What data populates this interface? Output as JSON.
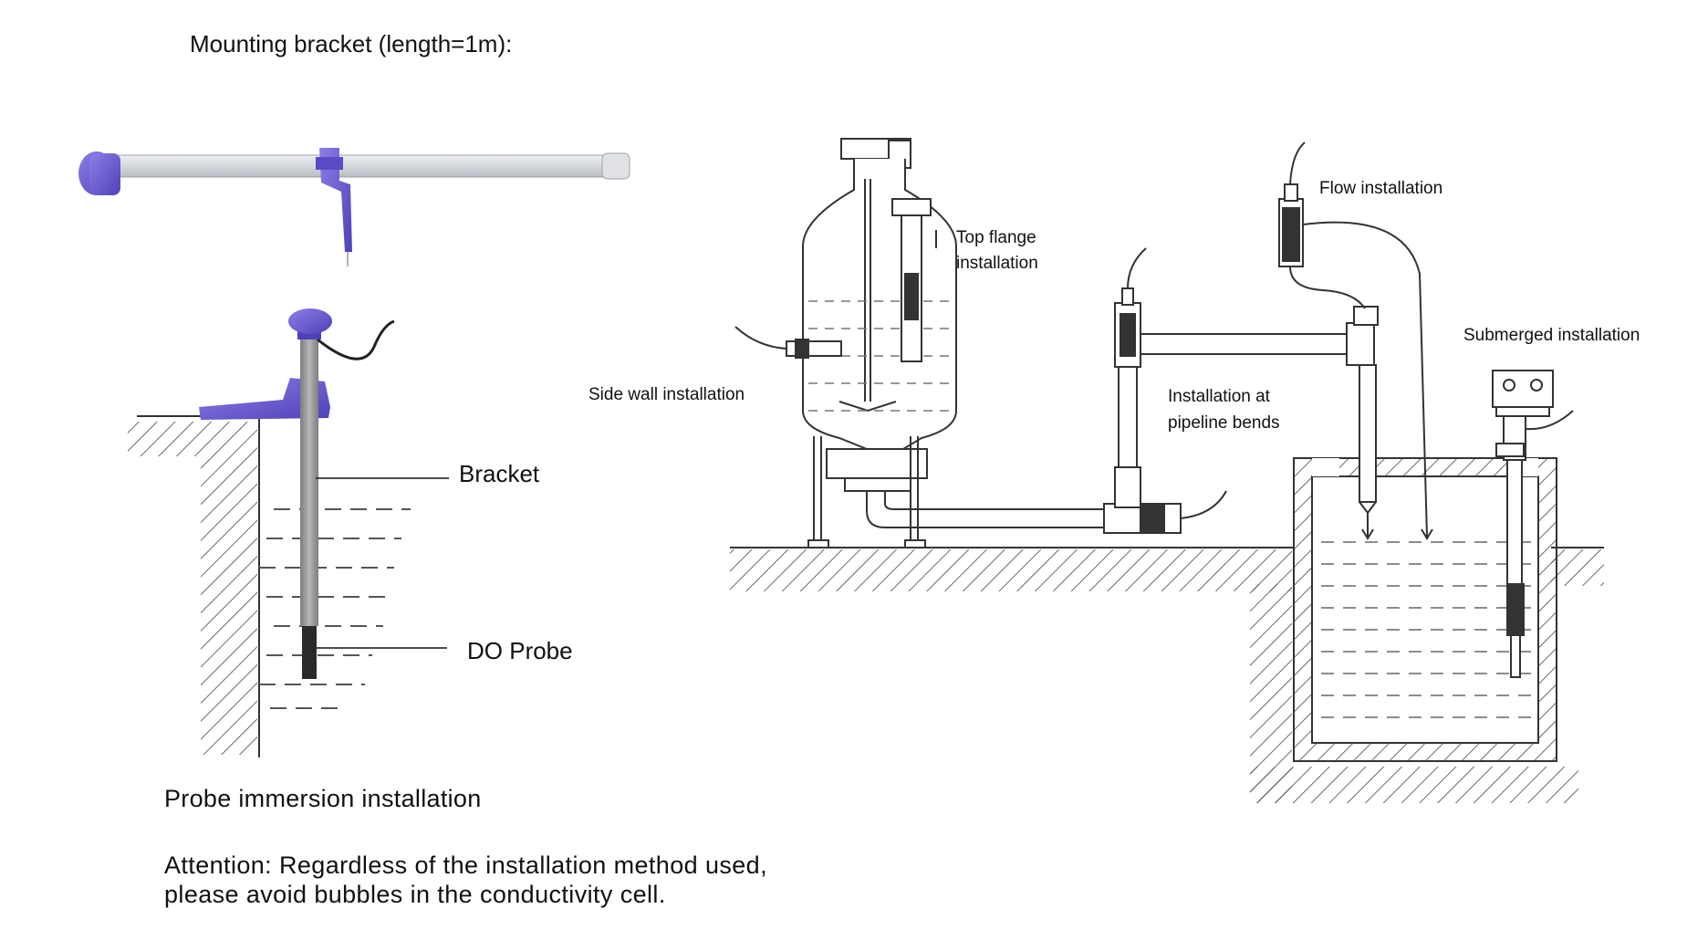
{
  "title": "Mounting  bracket (length=1m):",
  "left_diagram": {
    "label_bracket": "Bracket",
    "label_probe": "DO Probe",
    "caption": "Probe immersion installation"
  },
  "right_diagram": {
    "top_flange_line1": "Top flange",
    "top_flange_line2": "installation",
    "side_wall": "Side wall installation",
    "pipeline_line1": "Installation at",
    "pipeline_line2": "pipeline bends",
    "flow": "Flow installation",
    "submerged": "Submerged installation"
  },
  "attention": {
    "line1": "Attention: Regardless of the installation method used,",
    "line2": "please avoid bubbles in the conductivity cell."
  },
  "colors": {
    "bracket_purple": "#6a5acd",
    "pipe_grey": "#d8dadf",
    "probe_grey": "#9a9a9a",
    "line": "#333333"
  }
}
